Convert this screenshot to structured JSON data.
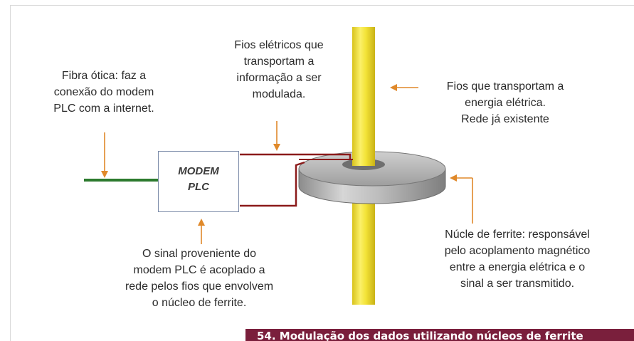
{
  "labels": {
    "fiber": [
      "Fibra ótica: faz a",
      "conexão do modem",
      "PLC com a internet."
    ],
    "signal_wires": [
      "Fios elétricos que",
      "transportam a",
      "informação a ser",
      "modulada."
    ],
    "power_wires": [
      "Fios que transportam a",
      "energia elétrica.",
      "Rede já existente"
    ],
    "modem": [
      "MODEM",
      "PLC"
    ],
    "coupling": [
      "O sinal proveniente do",
      "modem PLC é acoplado a",
      "rede pelos fios que envolvem",
      "o núcleo de ferrite."
    ],
    "ferrite": [
      "Núcle de ferrite: responsável",
      "pelo acoplamento magnético",
      "entre a energia elétrica e o",
      "sinal a ser transmitido."
    ]
  },
  "caption": "54. Modulação dos dados utilizando núcleos de ferrite",
  "colors": {
    "arrow": "#e0892a",
    "fiber_line": "#2c7a2e",
    "signal_wire": "#8b1a1a",
    "power_rod": "#f2e23a",
    "ferrite": "#a9a9a9",
    "modem_border": "#7a8aa8",
    "caption_bg": "#7a1f3c"
  }
}
